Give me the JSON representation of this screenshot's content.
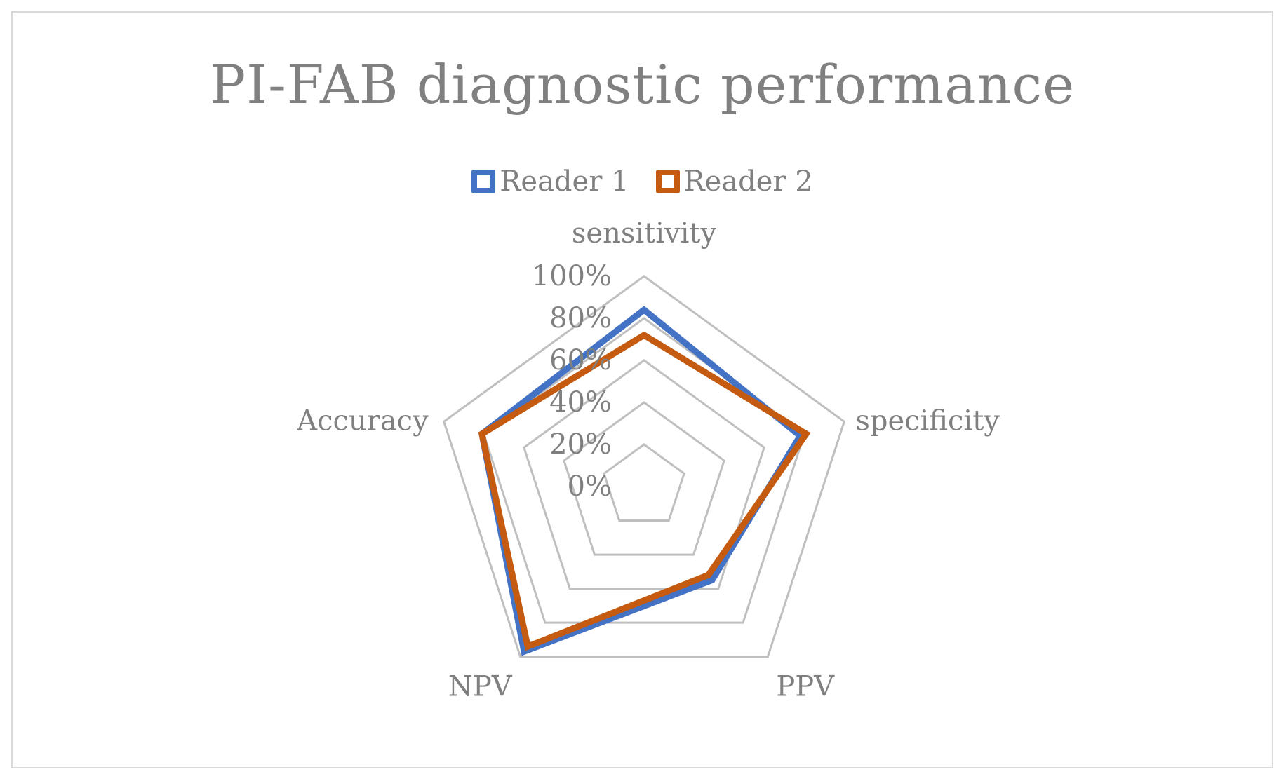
{
  "chart_data": {
    "type": "radar",
    "title": "PI-FAB diagnostic performance",
    "categories": [
      "sensitivity",
      "specificity",
      "PPV",
      "NPV",
      "Accuracy"
    ],
    "series": [
      {
        "name": "Reader 1",
        "values": [
          0.84,
          0.78,
          0.55,
          0.97,
          0.81
        ],
        "color": "#4472C4"
      },
      {
        "name": "Reader 2",
        "values": [
          0.72,
          0.81,
          0.52,
          0.94,
          0.81
        ],
        "color": "#C55A11"
      }
    ],
    "radial_axis": {
      "min": 0,
      "max": 1,
      "ticks": [
        0,
        0.2,
        0.4,
        0.6,
        0.8,
        1.0
      ],
      "tick_labels": [
        "0%",
        "20%",
        "40%",
        "60%",
        "80%",
        "100%"
      ]
    },
    "legend_position": "top",
    "grid": true,
    "grid_color": "#BFBFBF"
  }
}
